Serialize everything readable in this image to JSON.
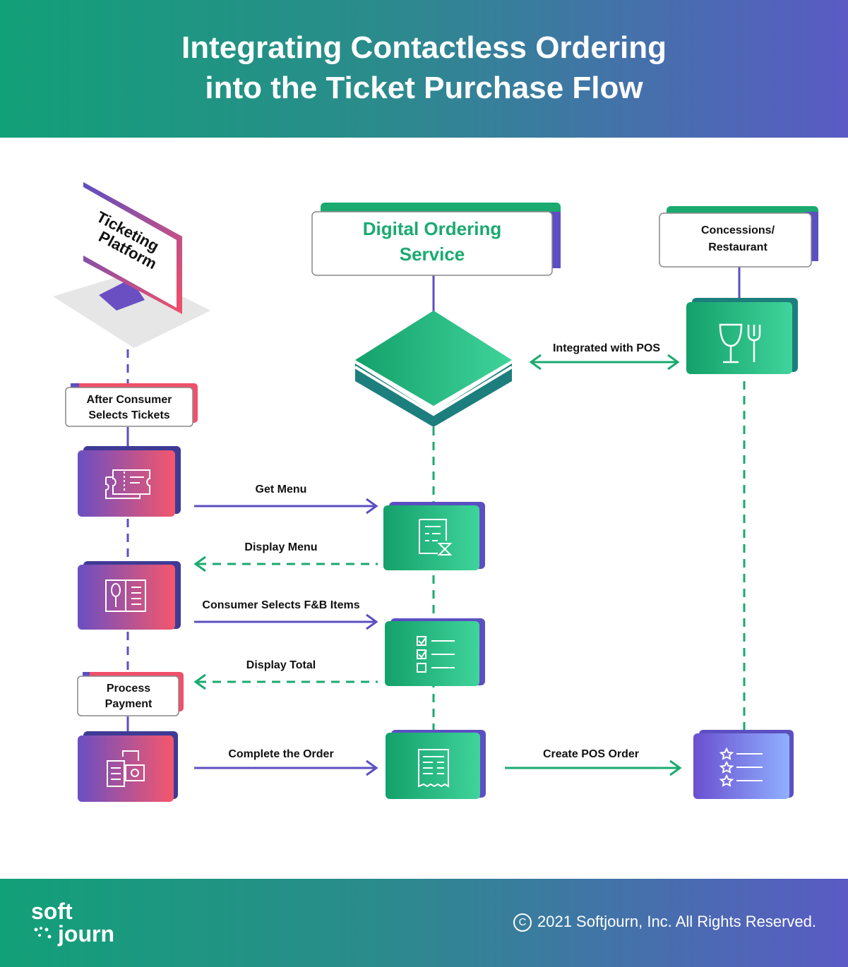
{
  "header": {
    "title_line1": "Integrating Contactless Ordering",
    "title_line2": "into the Ticket Purchase Flow"
  },
  "columns": {
    "ticketing": {
      "line1": "Ticketing",
      "line2": "Platform"
    },
    "digital": {
      "line1": "Digital Ordering",
      "line2": "Service"
    },
    "concessions": {
      "line1": "Concessions/",
      "line2": "Restaurant"
    }
  },
  "steps": {
    "after_select": {
      "line1": "After Consumer",
      "line2": "Selects Tickets"
    },
    "process_payment": {
      "line1": "Process",
      "line2": "Payment"
    }
  },
  "arrows": {
    "integrated": "Integrated with POS",
    "get_menu": "Get Menu",
    "display_menu": "Display Menu",
    "select_items": "Consumer Selects F&B Items",
    "display_total": "Display Total",
    "complete_order": "Complete the Order",
    "create_pos": "Create POS Order"
  },
  "footer": {
    "logo_top": "soft",
    "logo_bottom": "journ",
    "copyright": "2021 Softjourn, Inc. All Rights Reserved."
  },
  "colors": {
    "green": "#1aaa70",
    "purple": "#5c4fc2",
    "red": "#f0506a",
    "blue": "#7d9af5"
  },
  "icons": {
    "ticket": "ticket-icon",
    "menu_book": "menu-book-icon",
    "payment": "payment-icon",
    "menu_doc": "menu-document-icon",
    "checklist": "checklist-icon",
    "receipt": "receipt-icon",
    "utensils": "glass-fork-icon",
    "stars_list": "stars-list-icon"
  }
}
